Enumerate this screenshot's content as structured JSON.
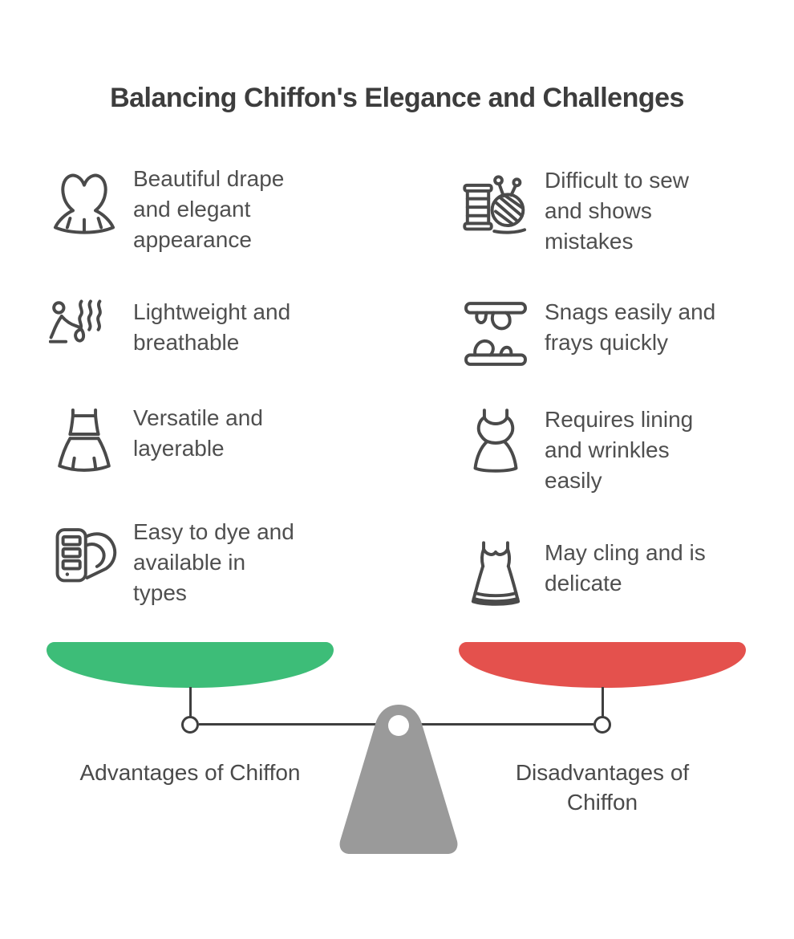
{
  "title": "Balancing Chiffon's Elegance and Challenges",
  "colors": {
    "advantage": "#3dbd78",
    "disadvantage": "#e4514d",
    "fulcrum": "#9a9a9a",
    "line": "#3f3f3f",
    "text": "#4f4f4f"
  },
  "advantages": {
    "label": "Advantages of Chiffon",
    "items": [
      {
        "icon": "tutu-dress-icon",
        "text": "Beautiful drape\nand elegant\nappearance"
      },
      {
        "icon": "person-breeze-icon",
        "text": "Lightweight and\nbreathable"
      },
      {
        "icon": "flared-dress-icon",
        "text": "Versatile and\nlayerable"
      },
      {
        "icon": "color-swatches-icon",
        "text": "Easy to dye and\navailable in\ntypes"
      }
    ]
  },
  "disadvantages": {
    "label": "Disadvantages of\nChiffon",
    "items": [
      {
        "icon": "thread-spool-yarn-icon",
        "text": "Difficult to sew\nand shows\nmistakes"
      },
      {
        "icon": "torn-fabric-icon",
        "text": "Snags easily and\nfrays quickly"
      },
      {
        "icon": "camisole-dress-icon",
        "text": "Requires lining\nand wrinkles\neasily"
      },
      {
        "icon": "strappy-dress-icon",
        "text": "May cling and is\ndelicate"
      }
    ]
  }
}
